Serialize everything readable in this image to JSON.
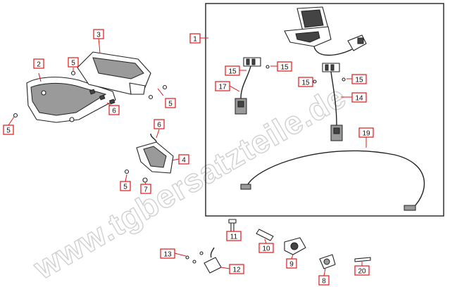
{
  "watermark": "www.tgbersatzteile.de",
  "callouts": {
    "c1": "1",
    "c2": "2",
    "c3": "3",
    "c4": "4",
    "c5a": "5",
    "c5b": "5",
    "c5c": "5",
    "c5d": "5",
    "c6a": "6",
    "c6b": "6",
    "c7": "7",
    "c8": "8",
    "c9": "9",
    "c10": "10",
    "c11": "11",
    "c12": "12",
    "c13": "13",
    "c14": "14",
    "c15a": "15",
    "c15b": "15",
    "c15c": "15",
    "c15d": "15",
    "c17": "17",
    "c19": "19",
    "c20": "20"
  },
  "colors": {
    "callout_border": "#e01818",
    "line": "#222222",
    "watermark": "#d0d0d0"
  }
}
